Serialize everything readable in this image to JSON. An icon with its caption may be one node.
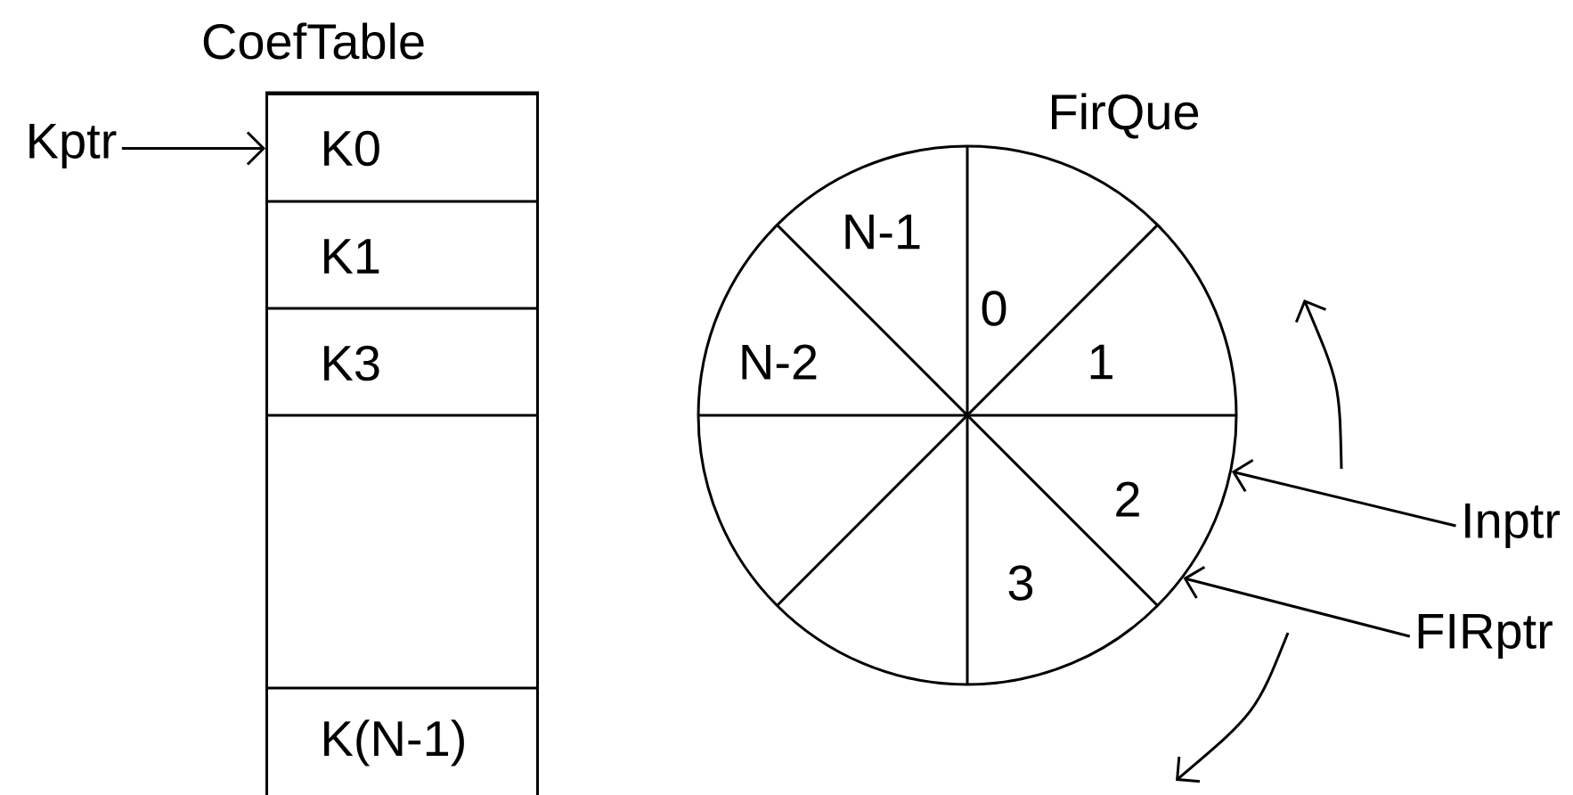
{
  "diagram": {
    "nodes": [
      {
        "text": [
          "CoefTable"
        ]
      },
      {
        "text": [
          "K0"
        ],
        "in": 0
      },
      {
        "text": [
          "K1"
        ],
        "in": 0
      },
      {
        "text": [
          "K3"
        ],
        "in": 0
      },
      {
        "text": [],
        "shape": "box",
        "in": 0
      },
      {
        "text": [
          "K(N-1)"
        ],
        "in": 0
      },
      {
        "text": [
          "Kptr"
        ]
      },
      {
        "text": [
          "FirQue"
        ]
      },
      {
        "text": [
          "Inptr"
        ]
      },
      {
        "text": [
          "FIRptr"
        ]
      }
    ],
    "edges": [
      {
        "from": 6,
        "to": 1,
        "arrow": "to"
      },
      {
        "from": 8,
        "to": 7,
        "arrow": "to"
      },
      {
        "from": 9,
        "to": 7,
        "arrow": "to"
      }
    ],
    "labels": [
      "N-1",
      "0",
      "N-2",
      "1",
      "2",
      "3"
    ]
  }
}
